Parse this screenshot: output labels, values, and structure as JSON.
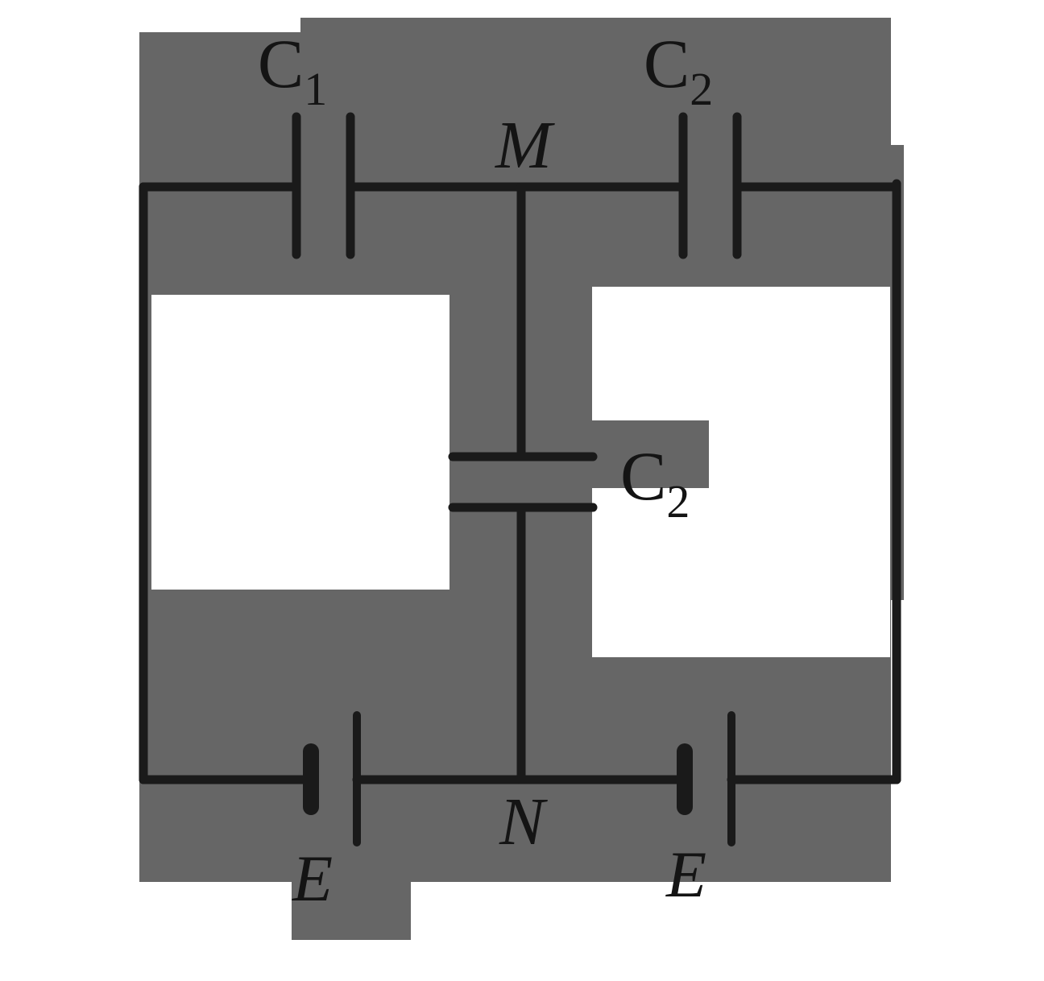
{
  "diagram": {
    "title": "capacitor-battery-bridge-circuit",
    "background_color": "#ffffff",
    "panel_color": "#666666",
    "wire_color": "#1a1a1a",
    "label_color": "#141414",
    "labels": {
      "c1_top_left": "C",
      "c1_top_left_sub": "1",
      "c2_top_right": "C",
      "c2_top_right_sub": "2",
      "c2_middle": "C",
      "c2_middle_sub": "2",
      "node_m": "M",
      "node_n": "N",
      "battery_left": "E",
      "battery_right": "E"
    },
    "components": [
      {
        "name": "capacitor-c1",
        "type": "capacitor",
        "label": "C1",
        "orientation": "vertical-plates",
        "branch": "top-left",
        "between_nodes": [
          "left-rail",
          "M"
        ]
      },
      {
        "name": "capacitor-c2-top",
        "type": "capacitor",
        "label": "C2",
        "orientation": "vertical-plates",
        "branch": "top-right",
        "between_nodes": [
          "M",
          "right-rail"
        ]
      },
      {
        "name": "capacitor-c2-middle",
        "type": "capacitor",
        "label": "C2",
        "orientation": "horizontal-plates",
        "branch": "middle-vertical",
        "between_nodes": [
          "M",
          "N"
        ]
      },
      {
        "name": "battery-e-left",
        "type": "battery",
        "label": "E",
        "orientation": "horizontal",
        "branch": "bottom-left",
        "between_nodes": [
          "left-rail",
          "N"
        ]
      },
      {
        "name": "battery-e-right",
        "type": "battery",
        "label": "E",
        "orientation": "horizontal",
        "branch": "bottom-right",
        "between_nodes": [
          "N",
          "right-rail"
        ]
      }
    ],
    "nodes": [
      {
        "name": "M",
        "label": "M",
        "position": "top-center"
      },
      {
        "name": "N",
        "label": "N",
        "position": "bottom-center"
      }
    ]
  }
}
